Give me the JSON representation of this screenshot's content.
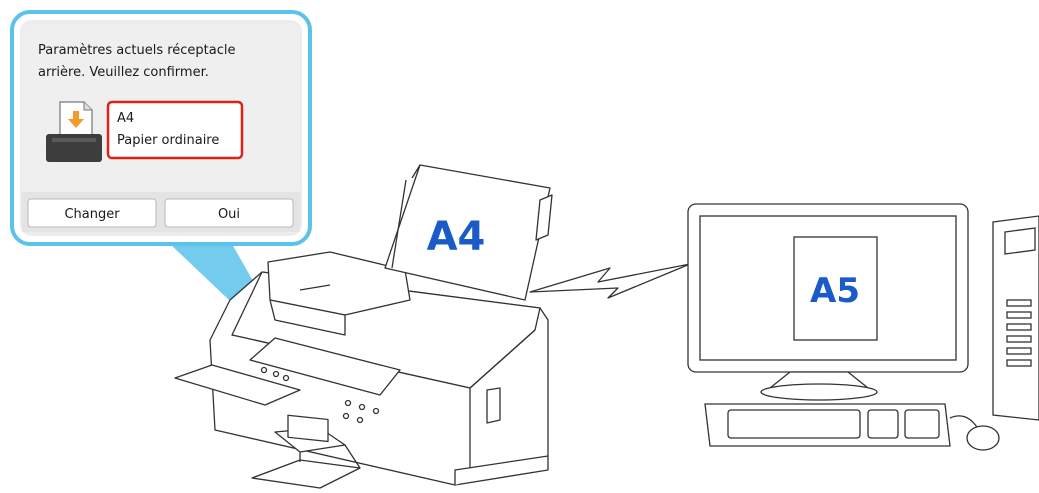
{
  "popup": {
    "message_line1": "Paramètres actuels réceptacle",
    "message_line2": "arrière. Veuillez confirmer.",
    "paper_size": "A4",
    "paper_type": "Papier ordinaire",
    "change_button_label": "Changer",
    "ok_button_label": "Oui"
  },
  "printer": {
    "loaded_paper_label": "A4"
  },
  "computer": {
    "document_label": "A5"
  },
  "colors": {
    "callout_blue": "#5bc3ea",
    "label_blue": "#1a5bc8",
    "highlight_red": "#e0201b",
    "printer_icon_orange": "#f39a2b",
    "line_dark": "#333333"
  }
}
